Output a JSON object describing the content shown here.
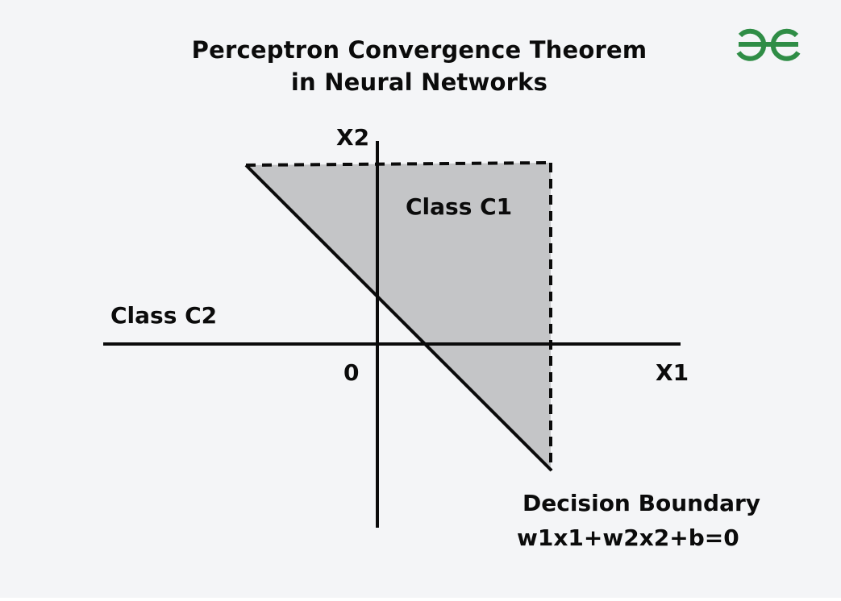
{
  "title": {
    "line1": "Perceptron Convergence Theorem",
    "line2": "in Neural Networks"
  },
  "logo": {
    "icon": "geeksforgeeks-logo-icon",
    "color": "#2f8d46"
  },
  "axes": {
    "x_label": "X1",
    "y_label": "X2",
    "origin_label": "0"
  },
  "regions": {
    "class_c1": {
      "label": "Class C1",
      "fill": "#c4c5c7"
    },
    "class_c2": {
      "label": "Class C2"
    }
  },
  "decision_boundary": {
    "label": "Decision Boundary",
    "equation": "w1x1+w2x2+b=0"
  },
  "colors": {
    "background": "#f4f5f7",
    "ink": "#0b0b0b",
    "shade": "#c4c5c7",
    "brand": "#2f8d46"
  }
}
